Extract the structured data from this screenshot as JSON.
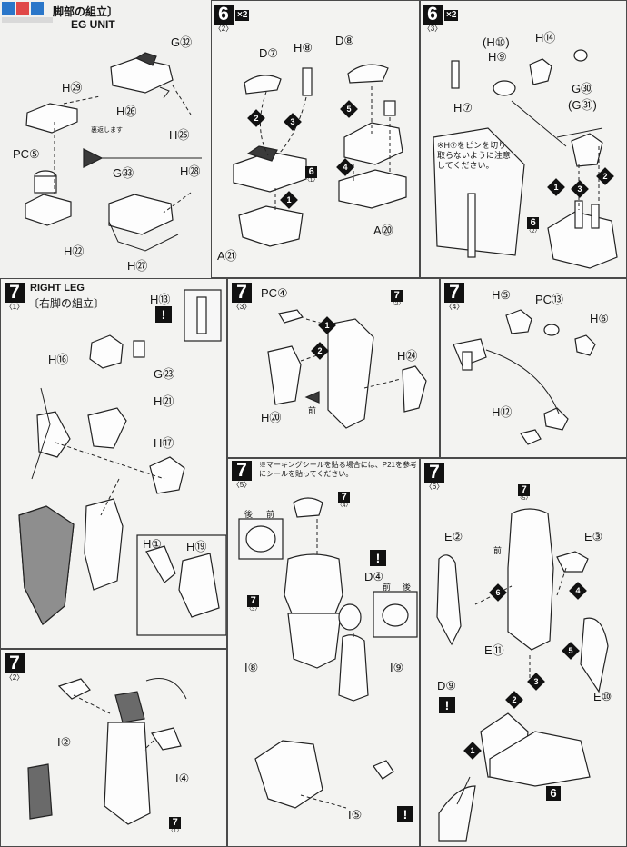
{
  "header": {
    "title_jp_fragment": "脚部の組立〕",
    "title_en_fragment": "EG UNIT"
  },
  "panel_6_1": {
    "labels": [
      "G㉜",
      "H㉙",
      "H㉖",
      "H㉕",
      "PC⑤",
      "G㉝",
      "H㉘",
      "H㉒",
      "H㉗"
    ],
    "arrow_note": "裏返します"
  },
  "panel_6_2": {
    "step": "6",
    "sub": "〈2〉",
    "multiplier": "×2",
    "labels": [
      "D⑦",
      "H⑧",
      "D⑧",
      "A㉑",
      "A⑳"
    ],
    "ref_step": "6",
    "ref_sub": "〈1〉",
    "arrows": [
      "1",
      "2",
      "3",
      "4",
      "5"
    ]
  },
  "panel_6_3": {
    "step": "6",
    "sub": "〈3〉",
    "multiplier": "×2",
    "labels": [
      "(H⑩)",
      "H⑨",
      "H⑭",
      "H⑦",
      "G㉚",
      "(G㉛)"
    ],
    "note": "※H⑦をピンを切り取らないように注意してください。",
    "ref_step": "6",
    "ref_sub": "〈2〉",
    "arrows": [
      "1",
      "2",
      "3"
    ]
  },
  "panel_7_1": {
    "step": "7",
    "sub": "〈1〉",
    "title_en": "RIGHT LEG",
    "title_jp": "〔右脚の組立〕",
    "labels": [
      "H⑬",
      "H⑯",
      "G㉓",
      "H㉑",
      "H⑰",
      "H①",
      "H⑲"
    ]
  },
  "panel_7_3": {
    "step": "7",
    "sub": "〈3〉",
    "labels": [
      "PC④",
      "H㉔",
      "H⑳"
    ],
    "ref_step": "7",
    "ref_sub": "〈2〉",
    "front": "前",
    "arrows": [
      "1",
      "2"
    ]
  },
  "panel_7_4": {
    "step": "7",
    "sub": "〈4〉",
    "labels": [
      "H⑤",
      "PC⑬",
      "H⑥",
      "H⑫"
    ]
  },
  "panel_7_2": {
    "step": "7",
    "sub": "〈2〉",
    "labels": [
      "I②",
      "I④"
    ],
    "ref_step": "7",
    "ref_sub": "〈1〉"
  },
  "panel_7_5": {
    "step": "7",
    "sub": "〈5〉",
    "note": "※マーキングシールを貼る場合には、P21を参考にシールを貼ってください。",
    "labels": [
      "D④",
      "I⑧",
      "I⑨",
      "I⑤"
    ],
    "ref_top": {
      "step": "7",
      "sub": "〈4〉"
    },
    "ref_left": {
      "step": "7",
      "sub": "〈3〉"
    },
    "front": "前",
    "back": "後",
    "front2": "前",
    "back2": "後"
  },
  "panel_7_6": {
    "step": "7",
    "sub": "〈6〉",
    "labels": [
      "E②",
      "E③",
      "E⑪",
      "D⑨",
      "E⑩"
    ],
    "ref_step": "7",
    "ref_sub": "〈5〉",
    "ref_bottom": "6",
    "front": "前",
    "arrows": [
      "1",
      "2",
      "3",
      "4",
      "5",
      "6"
    ]
  }
}
